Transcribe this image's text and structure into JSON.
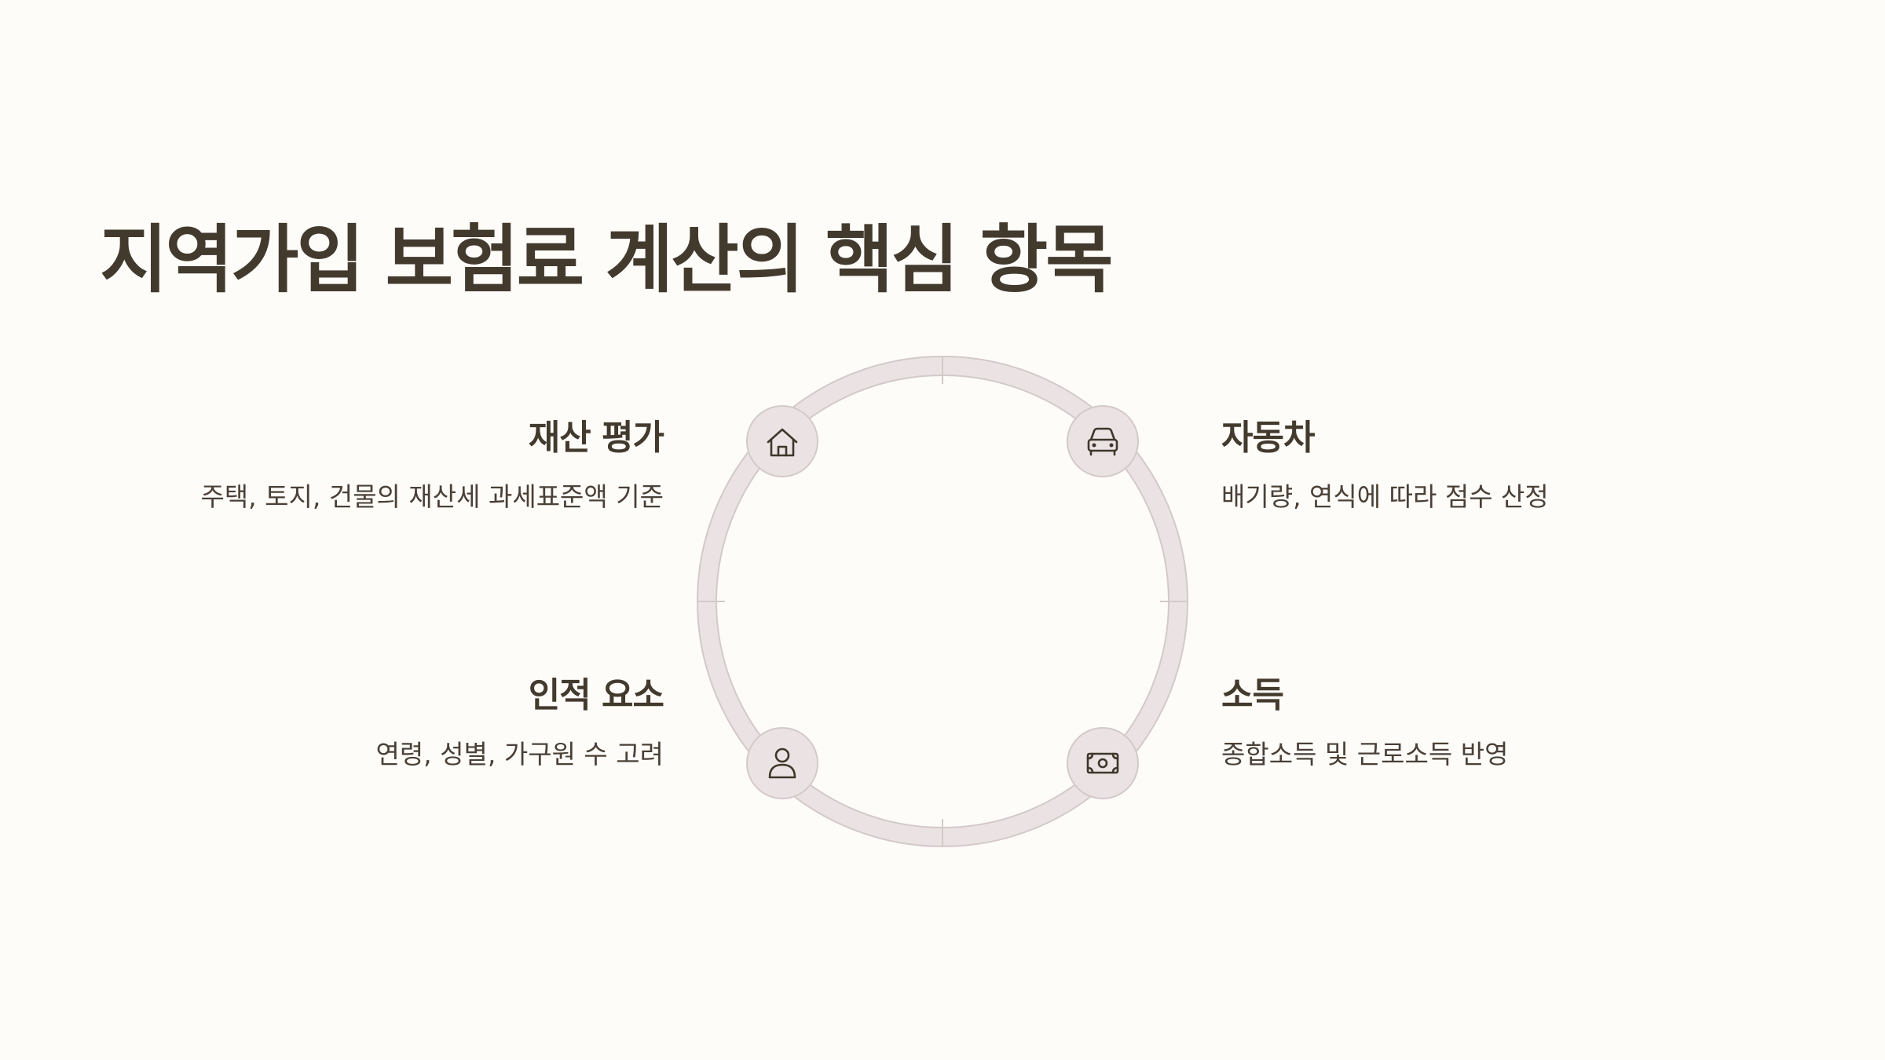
{
  "title": "지역가입 보험료 계산의 핵심 항목",
  "items": [
    {
      "heading": "재산 평가",
      "desc": "주택, 토지, 건물의 재산세 과세표준액 기준",
      "icon": "house-icon"
    },
    {
      "heading": "자동차",
      "desc": "배기량, 연식에 따라 점수 산정",
      "icon": "car-icon"
    },
    {
      "heading": "인적 요소",
      "desc": "연령, 성별, 가구원 수 고려",
      "icon": "person-icon"
    },
    {
      "heading": "소득",
      "desc": "종합소득 및 근로소득 반영",
      "icon": "money-icon"
    }
  ],
  "colors": {
    "background": "#fefcf9",
    "text": "#433a2e",
    "ring": "#ebe3e3",
    "ring_stroke": "#d3c9c9",
    "icon": "#3f362c"
  }
}
